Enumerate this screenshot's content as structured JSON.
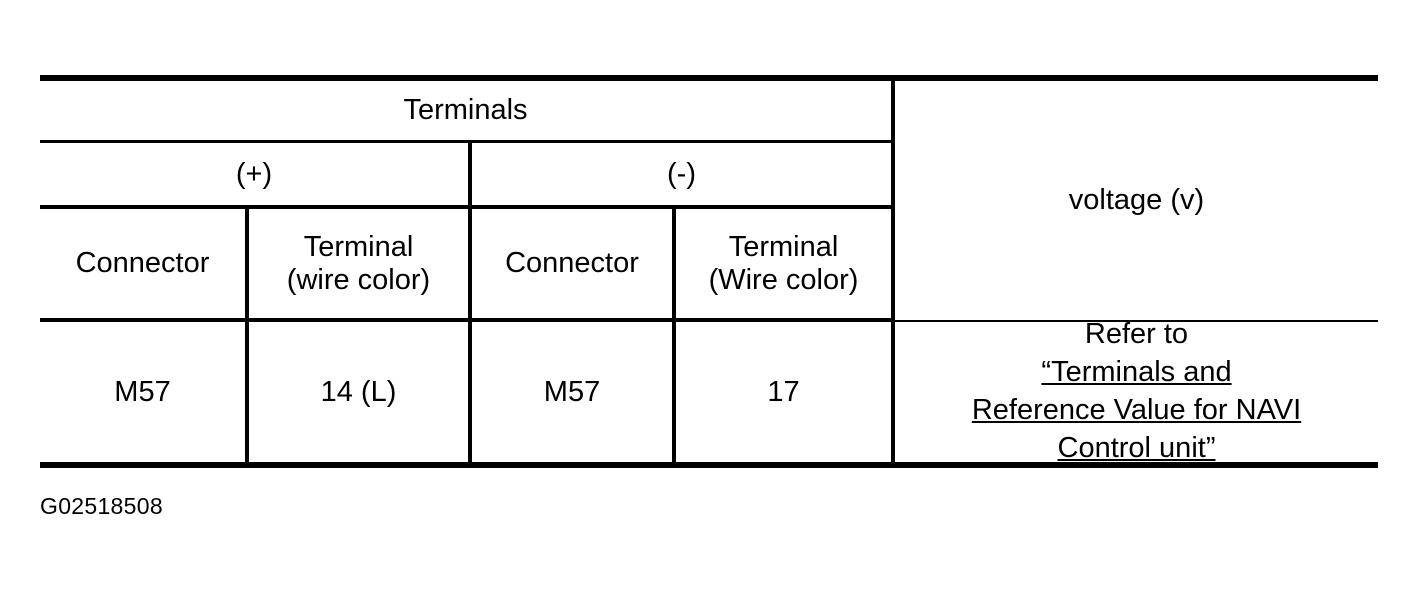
{
  "table": {
    "group_header": "Terminals",
    "polarity_headers": {
      "positive": "(+)",
      "negative": "(-)"
    },
    "column_headers": {
      "positive_connector": "Connector",
      "positive_terminal_line1": "Terminal",
      "positive_terminal_line2": "(wire color)",
      "negative_connector": "Connector",
      "negative_terminal_line1": "Terminal",
      "negative_terminal_line2": "(Wire color)"
    },
    "voltage_header": "voltage (v)",
    "rows": [
      {
        "positive_connector": "M57",
        "positive_terminal": "14 (L)",
        "negative_connector": "M57",
        "negative_terminal": "17",
        "voltage_prefix": "Refer to ",
        "voltage_reference_line1": "“Terminals and",
        "voltage_reference_line2": "Reference Value for NAVI",
        "voltage_reference_line3": "Control unit”"
      }
    ]
  },
  "caption": "G02518508",
  "colors": {
    "background": "#ffffff",
    "text": "#000000",
    "rule": "#000000"
  }
}
